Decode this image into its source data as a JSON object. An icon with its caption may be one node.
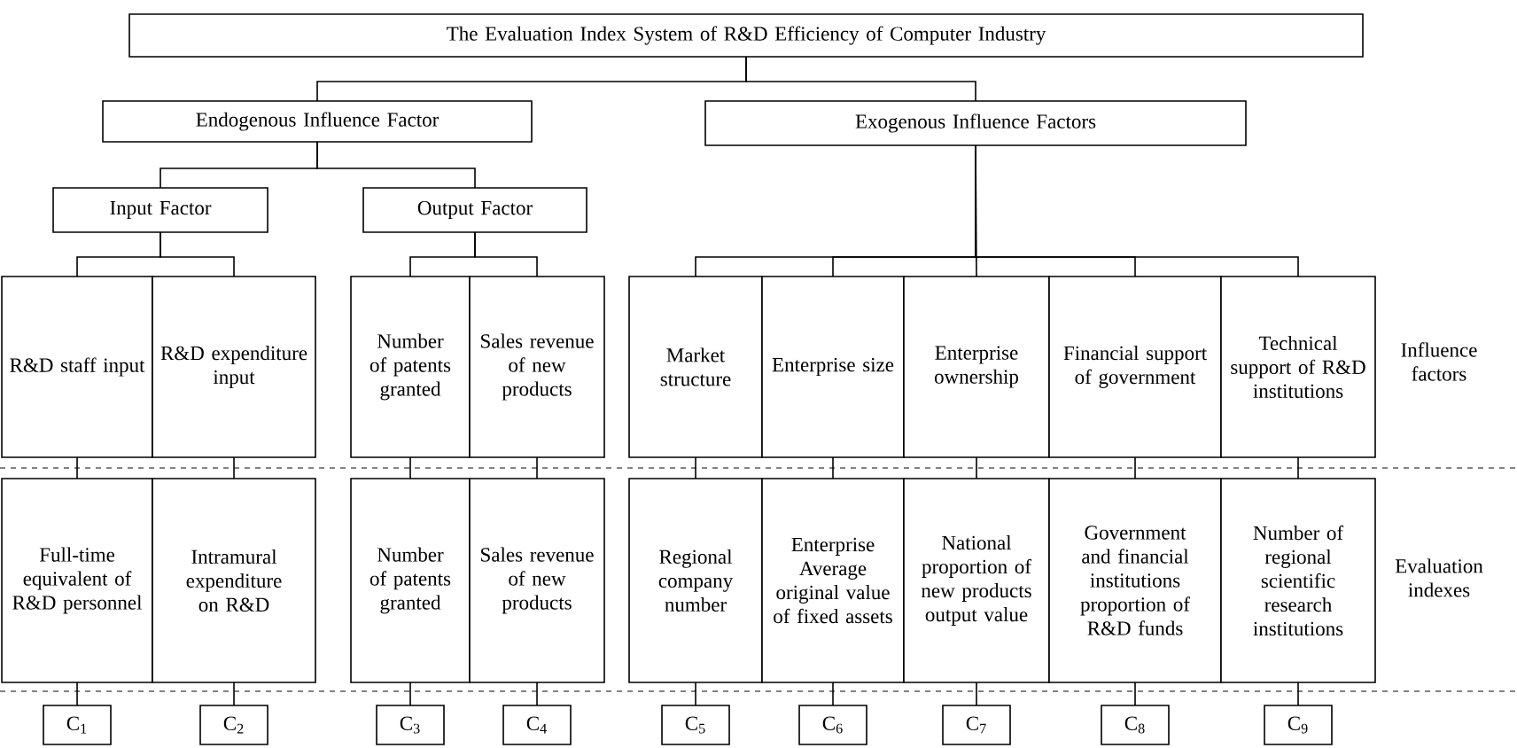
{
  "diagram": {
    "nodes": [
      {
        "text": [
          "The Evaluation Index System of R&D Efficiency of Computer Industry"
        ]
      },
      {
        "text": [
          "Endogenous Influence Factor"
        ]
      },
      {
        "text": [
          "Exogenous Influence Factors"
        ]
      },
      {
        "text": [
          "Input Factor"
        ]
      },
      {
        "text": [
          "Output Factor"
        ]
      },
      {
        "text": [
          "R&D staff input"
        ]
      },
      {
        "text": [
          "R&D expenditure input"
        ]
      },
      {
        "text": [
          "Number of patents granted"
        ]
      },
      {
        "text": [
          "Sales revenue of new products"
        ]
      },
      {
        "text": [
          "Market structure"
        ]
      },
      {
        "text": [
          "Enterprise size"
        ]
      },
      {
        "text": [
          "Enterprise ownership"
        ]
      },
      {
        "text": [
          "Financial support of government"
        ]
      },
      {
        "text": [
          "Technical support of R&D institutions"
        ]
      },
      {
        "text": [
          "Full-time equivalent of R&D personnel"
        ]
      },
      {
        "text": [
          "Intramural expenditure on R&D"
        ]
      },
      {
        "text": [
          "Number of patents granted"
        ]
      },
      {
        "text": [
          "Sales revenue of new products"
        ]
      },
      {
        "text": [
          "Regional company number"
        ]
      },
      {
        "text": [
          "Enterprise Average original value of fixed assets"
        ]
      },
      {
        "text": [
          "National proportion of new products output value"
        ]
      },
      {
        "text": [
          "Government and financial institutions proportion of R&D funds"
        ]
      },
      {
        "text": [
          "Number of regional scientific research institutions"
        ]
      },
      {
        "text": [
          "C$_{1}$"
        ]
      },
      {
        "text": [
          "C$_{2}$"
        ]
      },
      {
        "text": [
          "C$_{3}$"
        ]
      },
      {
        "text": [
          "C$_{4}$"
        ]
      },
      {
        "text": [
          "C$_{5}$"
        ]
      },
      {
        "text": [
          "C$_{6}$"
        ]
      },
      {
        "text": [
          "C$_{7}$"
        ]
      },
      {
        "text": [
          "C$_{8}$"
        ]
      },
      {
        "text": [
          "C$_{9}$"
        ]
      }
    ],
    "edges": [
      {
        "from": 0,
        "to": 1,
        "arrow": "none"
      },
      {
        "from": 0,
        "to": 2,
        "arrow": "none"
      },
      {
        "from": 1,
        "to": 3,
        "arrow": "none"
      },
      {
        "from": 1,
        "to": 4,
        "arrow": "none"
      },
      {
        "from": 3,
        "to": 5,
        "arrow": "none"
      },
      {
        "from": 3,
        "to": 6,
        "arrow": "none"
      },
      {
        "from": 4,
        "to": 7,
        "arrow": "none"
      },
      {
        "from": 4,
        "to": 8,
        "arrow": "none"
      },
      {
        "from": 2,
        "to": 9,
        "arrow": "none"
      },
      {
        "from": 2,
        "to": 10,
        "arrow": "none"
      },
      {
        "from": 2,
        "to": 11,
        "arrow": "none"
      },
      {
        "from": 2,
        "to": 12,
        "arrow": "none"
      },
      {
        "from": 2,
        "to": 13,
        "arrow": "none"
      },
      {
        "from": 5,
        "to": 14,
        "arrow": "none"
      },
      {
        "from": 6,
        "to": 15,
        "arrow": "none"
      },
      {
        "from": 7,
        "to": 16,
        "arrow": "none"
      },
      {
        "from": 8,
        "to": 17,
        "arrow": "none"
      },
      {
        "from": 9,
        "to": 18,
        "arrow": "none"
      },
      {
        "from": 10,
        "to": 19,
        "arrow": "none"
      },
      {
        "from": 11,
        "to": 20,
        "arrow": "none"
      },
      {
        "from": 12,
        "to": 21,
        "arrow": "none"
      },
      {
        "from": 13,
        "to": 22,
        "arrow": "none"
      },
      {
        "from": 14,
        "to": 23,
        "arrow": "none"
      },
      {
        "from": 15,
        "to": 24,
        "arrow": "none"
      },
      {
        "from": 16,
        "to": 25,
        "arrow": "none"
      },
      {
        "from": 17,
        "to": 26,
        "arrow": "none"
      },
      {
        "from": 18,
        "to": 27,
        "arrow": "none"
      },
      {
        "from": 19,
        "to": 28,
        "arrow": "none"
      },
      {
        "from": 20,
        "to": 29,
        "arrow": "none"
      },
      {
        "from": 21,
        "to": 30,
        "arrow": "none"
      },
      {
        "from": 22,
        "to": 31,
        "arrow": "none"
      }
    ],
    "labels": [
      "Influence factors",
      "Evaluation indexes"
    ]
  }
}
